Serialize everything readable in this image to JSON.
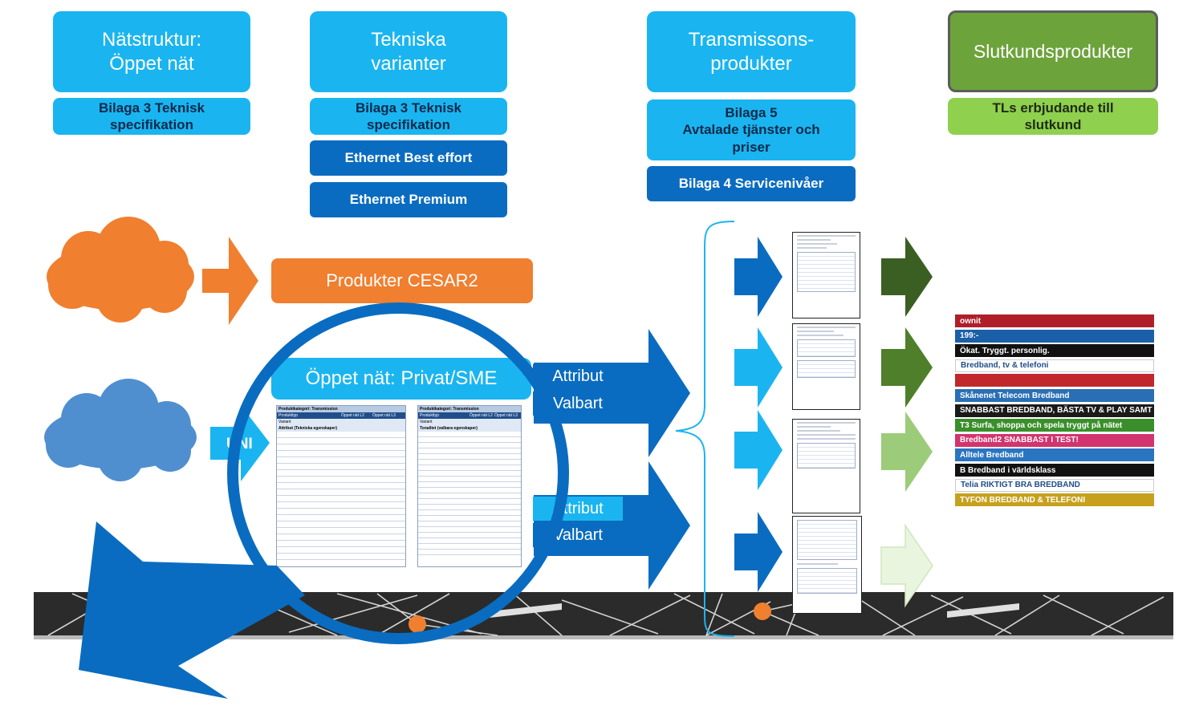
{
  "columns": {
    "natstruktur": {
      "title": "Nätstruktur:\nÖppet nät",
      "sub": "Bilaga 3 Teknisk\nspecifikation"
    },
    "tekniska": {
      "title": "Tekniska\nvarianter",
      "sub": "Bilaga 3 Teknisk\nspecifikation",
      "variant_1": "Ethernet Best effort",
      "variant_2": "Ethernet Premium"
    },
    "transmission": {
      "title": "Transmissons-\nprodukter",
      "sub": "Bilaga 5\nAvtalade tjänster och\npriser",
      "service": "Bilaga 4 Servicenivåer"
    },
    "slutkund": {
      "title": "Slutkundsprodukter",
      "sub": "TLs erbjudande till\nslutkund"
    }
  },
  "flow": {
    "cesar": "Produkter CESAR2",
    "oppet": "Öppet nät: Privat/SME",
    "uni": "UNI",
    "attr_top": "Attribut",
    "val_top": "Valbart",
    "attr_bottom": "Attribut",
    "val_bottom": "Valbart"
  },
  "table_left": {
    "title": "Produktkategori: Transmission",
    "h1": "Produkttyp",
    "h2": "Öppet nät L2",
    "h3": "Öppet nät L3",
    "variant": "Variant",
    "attr": "Attribut (Tekniska egenskaper)"
  },
  "table_right": {
    "title": "Produktkategori: Transmission",
    "h1": "Produkttyp",
    "h2": "Öppet nät L2",
    "h3": "Öppet nät L3",
    "variant": "Variant",
    "attr": "Tonalitet (valbara egenskaper)"
  },
  "ads": [
    {
      "text": "ownit",
      "color": "#b01e2a"
    },
    {
      "text": "199:-",
      "color": "#1b5fa8"
    },
    {
      "text": "Ökat. Tryggt. personlig.",
      "color": "#111111"
    },
    {
      "text": "Bredband, tv & telefoni",
      "color": "#ffffff"
    },
    {
      "text": "",
      "color": "#c0282c"
    },
    {
      "text": "Skånenet Telecom Bredband",
      "color": "#2a6fb5"
    },
    {
      "text": "SNABBAST BREDBAND, BÄSTA TV & PLAY SAMT TELEFONI",
      "color": "#1a1a1a"
    },
    {
      "text": "T3  Surfa, shoppa och spela tryggt på nätet",
      "color": "#3a8f2a"
    },
    {
      "text": "Bredband2  SNABBAST I TEST!",
      "color": "#d1346f"
    },
    {
      "text": "Alltele  Bredband",
      "color": "#2a75c0"
    },
    {
      "text": "B  Bredband i världsklass",
      "color": "#111111"
    },
    {
      "text": "Telia  RIKTIGT BRA BREDBAND",
      "color": "#ffffff"
    },
    {
      "text": "TYFON  BREDBAND & TELEFONI",
      "color": "#c6a11e"
    }
  ],
  "colors": {
    "light_blue": "#1ab5f0",
    "dark_blue": "#0a6cc0",
    "orange": "#f07f2f",
    "green": "#6da33b",
    "light_green": "#8fd04f"
  },
  "icons": {
    "cloud": "cloud-icon",
    "arrow": "arrow-right-icon",
    "zoom": "magnifier-circle-icon"
  }
}
